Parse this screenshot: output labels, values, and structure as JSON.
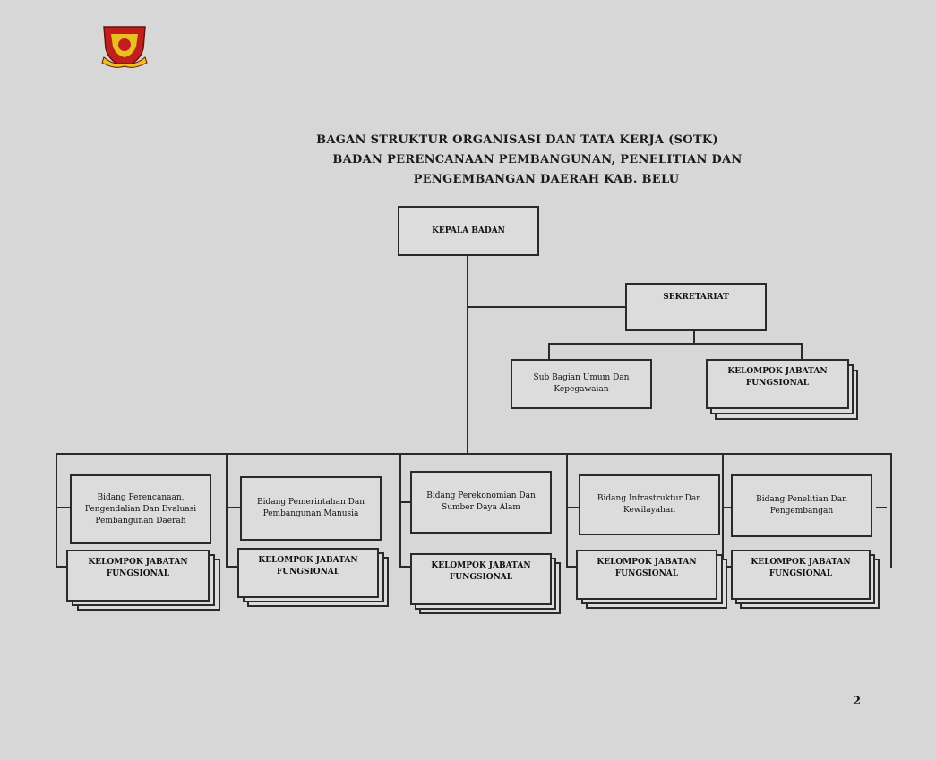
{
  "title": {
    "line1": "BAGAN STRUKTUR ORGANISASI DAN TATA KERJA (SOTK)",
    "line2": "BADAN PERENCANAAN PEMBANGUNAN, PENELITIAN DAN",
    "line3": "PENGEMBANGAN DAERAH KAB. BELU"
  },
  "kepala": "KEPALA BADAN",
  "sekretariat": "SEKRETARIAT",
  "subbagian": "Sub Bagian Umum Dan Kepegawaian",
  "kelompok": "KELOMPOK JABATAN FUNGSIONAL",
  "bidang": [
    "Bidang Perencanaan, Pengendalian Dan Evaluasi Pembangunan Daerah",
    "Bidang Pemerintahan Dan Pembangunan Manusia",
    "Bidang Perekonomian Dan Sumber Daya Alam",
    "Bidang Infrastruktur Dan Kewilayahan",
    "Bidang Penelitian Dan Pengembangan"
  ],
  "page_number": "2",
  "colors": {
    "background": "#d7d7d7",
    "line": "#2a2a2a",
    "logo_red": "#c0201c",
    "logo_yellow": "#e8c020"
  }
}
